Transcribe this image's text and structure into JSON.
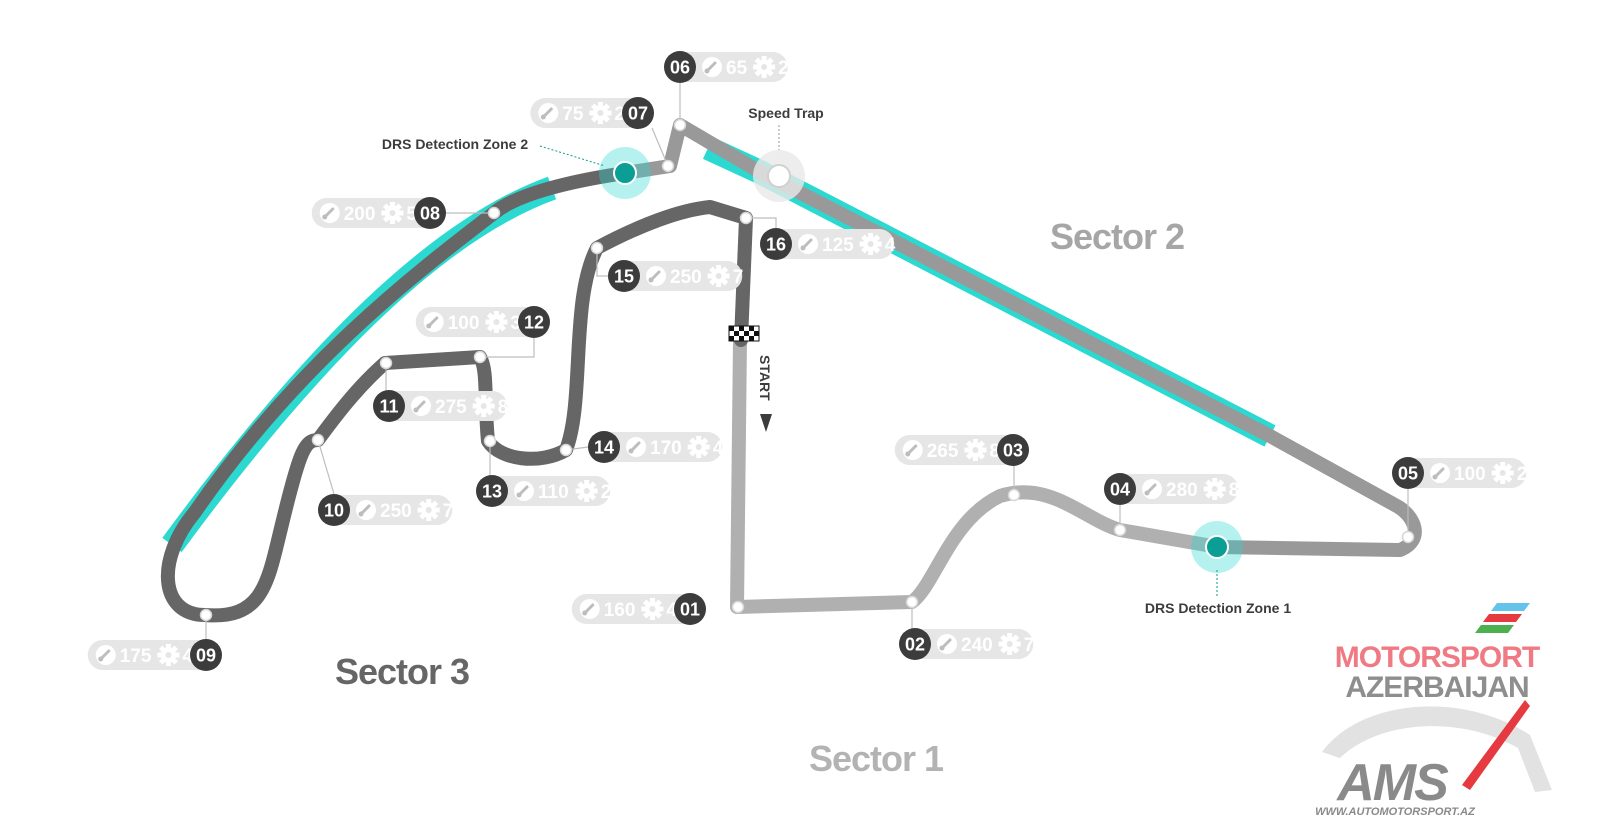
{
  "sectors": [
    {
      "label": "Sector 1",
      "color": "#b3b3b3"
    },
    {
      "label": "Sector 2",
      "color": "#a6a6a6"
    },
    {
      "label": "Sector 3",
      "color": "#666666"
    }
  ],
  "annotations": {
    "speed_trap": "Speed Trap",
    "drs_detection_1": "DRS Detection Zone 1",
    "drs_detection_2": "DRS Detection Zone 2",
    "start": "START"
  },
  "colors": {
    "drs": "#2bd9d0",
    "drs_point": "#0a9e95",
    "track_s1": "#b0b0b0",
    "track_s2": "#999999",
    "track_s3": "#666666",
    "pill_bg": "#e6e6e6",
    "badge": "#3c3c3c"
  },
  "turns": [
    {
      "num": "01",
      "speed": "160",
      "gear": "4"
    },
    {
      "num": "02",
      "speed": "240",
      "gear": "7"
    },
    {
      "num": "03",
      "speed": "265",
      "gear": "8"
    },
    {
      "num": "04",
      "speed": "280",
      "gear": "8"
    },
    {
      "num": "05",
      "speed": "100",
      "gear": "2"
    },
    {
      "num": "06",
      "speed": "65",
      "gear": "2"
    },
    {
      "num": "07",
      "speed": "75",
      "gear": "2"
    },
    {
      "num": "08",
      "speed": "200",
      "gear": "5"
    },
    {
      "num": "09",
      "speed": "175",
      "gear": "4"
    },
    {
      "num": "10",
      "speed": "250",
      "gear": "7"
    },
    {
      "num": "11",
      "speed": "275",
      "gear": "8"
    },
    {
      "num": "12",
      "speed": "100",
      "gear": "3"
    },
    {
      "num": "13",
      "speed": "110",
      "gear": "2"
    },
    {
      "num": "14",
      "speed": "170",
      "gear": "4"
    },
    {
      "num": "15",
      "speed": "250",
      "gear": "7"
    },
    {
      "num": "16",
      "speed": "125",
      "gear": "4"
    }
  ],
  "logo": {
    "line1": "MOTORSPORT",
    "line2": "AZERBAIJAN",
    "mark": "AMS",
    "url": "WWW.AUTOMOTORSPORT.AZ"
  }
}
